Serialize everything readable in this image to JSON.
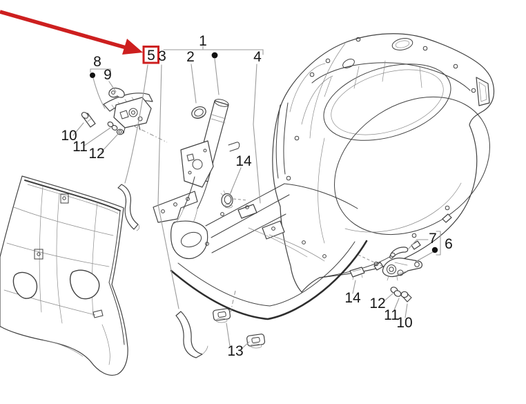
{
  "figure": {
    "highlight": {
      "boxed_label": "5",
      "has_pointer_arrow": true
    }
  },
  "colors": {
    "highlight_red": "#cd1f1f",
    "drawing_line": "#3f3f3f",
    "leader_line": "#9a9a9a",
    "label_text": "#161616",
    "background": "#ffffff"
  },
  "callouts": [
    {
      "label": "1"
    },
    {
      "label": "2"
    },
    {
      "label": "3"
    },
    {
      "label": "4"
    },
    {
      "label": "5"
    },
    {
      "label": "6"
    },
    {
      "label": "7"
    },
    {
      "label": "8"
    },
    {
      "label": "9"
    },
    {
      "label": "10"
    },
    {
      "label": "11"
    },
    {
      "label": "12"
    },
    {
      "label": "13"
    },
    {
      "label": "14"
    },
    {
      "label": "14"
    },
    {
      "label": "12"
    },
    {
      "label": "11"
    },
    {
      "label": "10"
    }
  ]
}
